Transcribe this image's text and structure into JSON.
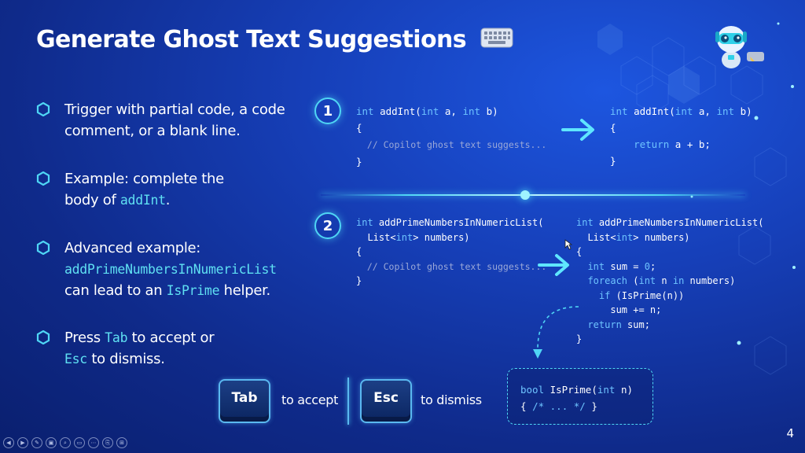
{
  "slide": {
    "title": "Generate Ghost Text Suggestions",
    "page_number": "4"
  },
  "icons": {
    "title_icon": "keyboard-icon",
    "mascot": "robot-mascot-icon",
    "bullet": "hexagon-bullet-icon"
  },
  "bullets": [
    {
      "parts": [
        {
          "t": "Trigger with partial code, a code comment, or a blank line."
        }
      ]
    },
    {
      "parts": [
        {
          "t": "Example: complete the body of "
        },
        {
          "t": "addInt",
          "code": true
        },
        {
          "t": "."
        }
      ]
    },
    {
      "parts": [
        {
          "t": "Advanced example: "
        },
        {
          "t": "addPrimeNumbersInNumericList",
          "code": true
        },
        {
          "t": " can lead to an "
        },
        {
          "t": "IsPrime",
          "code": true
        },
        {
          "t": " helper."
        }
      ]
    },
    {
      "parts": [
        {
          "t": "Press "
        },
        {
          "t": "Tab",
          "code": true
        },
        {
          "t": " to accept or "
        },
        {
          "t": "Esc",
          "code": true
        },
        {
          "t": " to dismiss."
        }
      ]
    }
  ],
  "example1": {
    "number": "1",
    "before": [
      [
        {
          "t": "int",
          "k": true
        },
        {
          "t": " addInt("
        },
        {
          "t": "int",
          "k": true
        },
        {
          "t": " a, "
        },
        {
          "t": "int",
          "k": true
        },
        {
          "t": " b)"
        }
      ],
      [
        {
          "t": "{"
        }
      ],
      [
        {
          "t": "  // Copilot ghost text suggests...",
          "g": true
        }
      ],
      [
        {
          "t": "}"
        }
      ]
    ],
    "after": [
      [
        {
          "t": "int",
          "k": true
        },
        {
          "t": " addInt("
        },
        {
          "t": "int",
          "k": true
        },
        {
          "t": " a, "
        },
        {
          "t": "int",
          "k": true
        },
        {
          "t": " b)"
        }
      ],
      [
        {
          "t": "{"
        }
      ],
      [
        {
          "t": "    "
        },
        {
          "t": "return",
          "k": true
        },
        {
          "t": " a + b;"
        }
      ],
      [
        {
          "t": "}"
        }
      ]
    ]
  },
  "example2": {
    "number": "2",
    "before": [
      [
        {
          "t": "int",
          "k": true
        },
        {
          "t": " addPrimeNumbersInNumericList("
        }
      ],
      [
        {
          "t": "  List<"
        },
        {
          "t": "int",
          "k": true
        },
        {
          "t": "> numbers)"
        }
      ],
      [
        {
          "t": "{"
        }
      ],
      [
        {
          "t": "  // Copilot ghost text suggests...",
          "g": true
        }
      ],
      [
        {
          "t": "}"
        }
      ]
    ],
    "after": [
      [
        {
          "t": "int",
          "k": true
        },
        {
          "t": " addPrimeNumbersInNumericList("
        }
      ],
      [
        {
          "t": "  List<"
        },
        {
          "t": "int",
          "k": true
        },
        {
          "t": "> numbers)"
        }
      ],
      [
        {
          "t": "{"
        }
      ],
      [
        {
          "t": "  "
        },
        {
          "t": "int",
          "k": true
        },
        {
          "t": " sum = "
        },
        {
          "t": "0",
          "k": true
        },
        {
          "t": ";"
        }
      ],
      [
        {
          "t": "  "
        },
        {
          "t": "foreach",
          "k": true
        },
        {
          "t": " ("
        },
        {
          "t": "int",
          "k": true
        },
        {
          "t": " n "
        },
        {
          "t": "in",
          "k": true
        },
        {
          "t": " numbers)"
        }
      ],
      [
        {
          "t": "    "
        },
        {
          "t": "if",
          "k": true
        },
        {
          "t": " (IsPrime(n))"
        }
      ],
      [
        {
          "t": "      sum += n;"
        }
      ],
      [
        {
          "t": "  "
        },
        {
          "t": "return",
          "k": true
        },
        {
          "t": " sum;"
        }
      ],
      [
        {
          "t": "}"
        }
      ]
    ]
  },
  "helper": [
    [
      {
        "t": "bool",
        "k": true
      },
      {
        "t": " IsPrime("
      },
      {
        "t": "int",
        "k": true
      },
      {
        "t": " n)"
      }
    ],
    [
      {
        "t": "{ "
      },
      {
        "t": "/* ... */",
        "k": true
      },
      {
        "t": " }"
      }
    ]
  ],
  "keys": {
    "tab_key": "Tab",
    "tab_label": "to accept",
    "esc_key": "Esc",
    "esc_label": "to dismiss"
  },
  "toolbar": [
    "◀",
    "▶",
    "✎",
    "▣",
    "⌕",
    "▭",
    "⋯",
    "⎘",
    "⊞"
  ]
}
